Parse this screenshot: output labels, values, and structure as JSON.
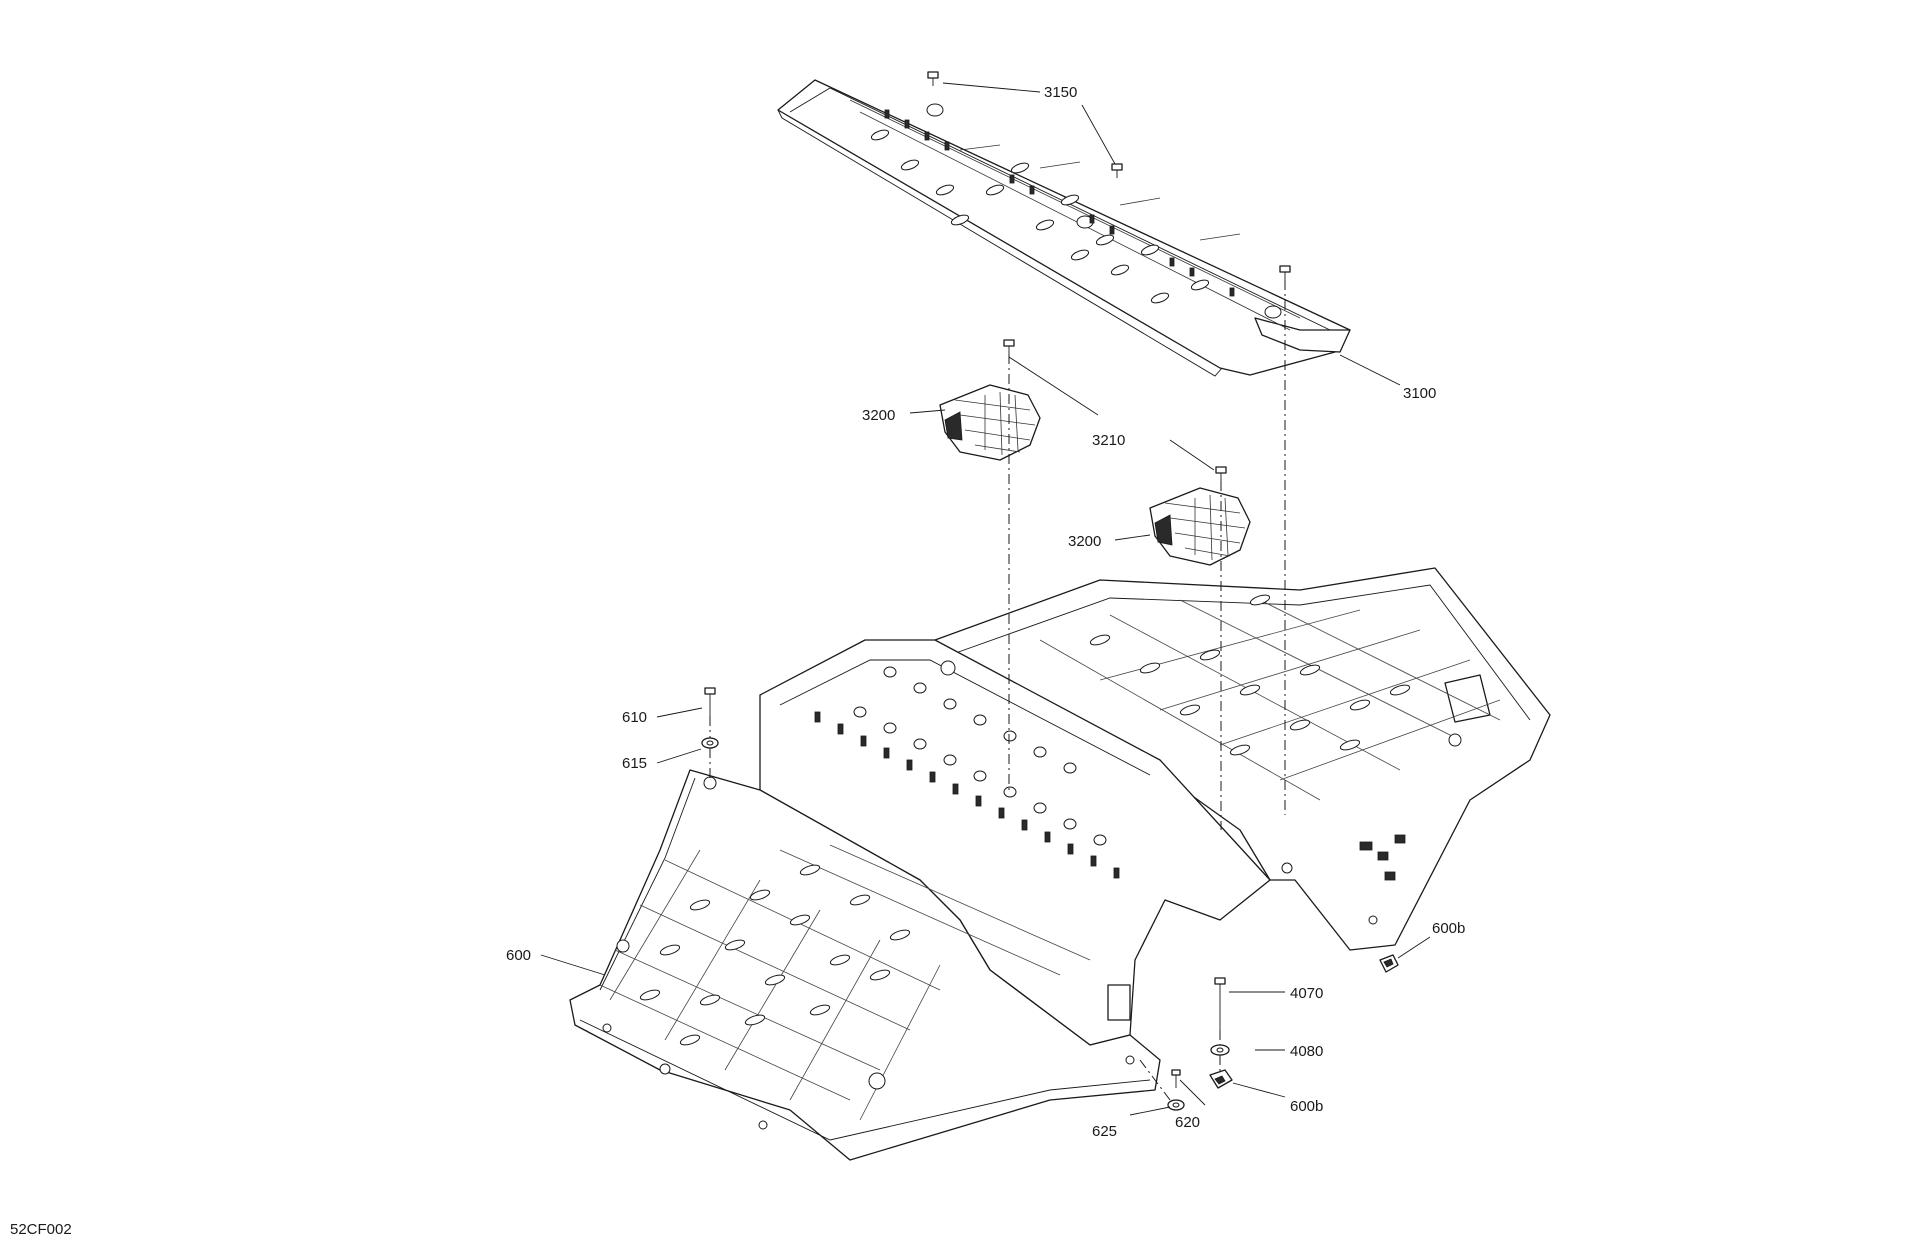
{
  "figure_code": "52CF002",
  "callouts": {
    "c3150": "3150",
    "c3100": "3100",
    "c3210": "3210",
    "c3200a": "3200",
    "c3200b": "3200",
    "c610": "610",
    "c615": "615",
    "c600": "600",
    "c600b_right": "600b",
    "c4070": "4070",
    "c4080": "4080",
    "c600b_bottom": "600b",
    "c620": "620",
    "c625": "625"
  },
  "colors": {
    "line": "#1a1a1a",
    "background": "#ffffff"
  }
}
